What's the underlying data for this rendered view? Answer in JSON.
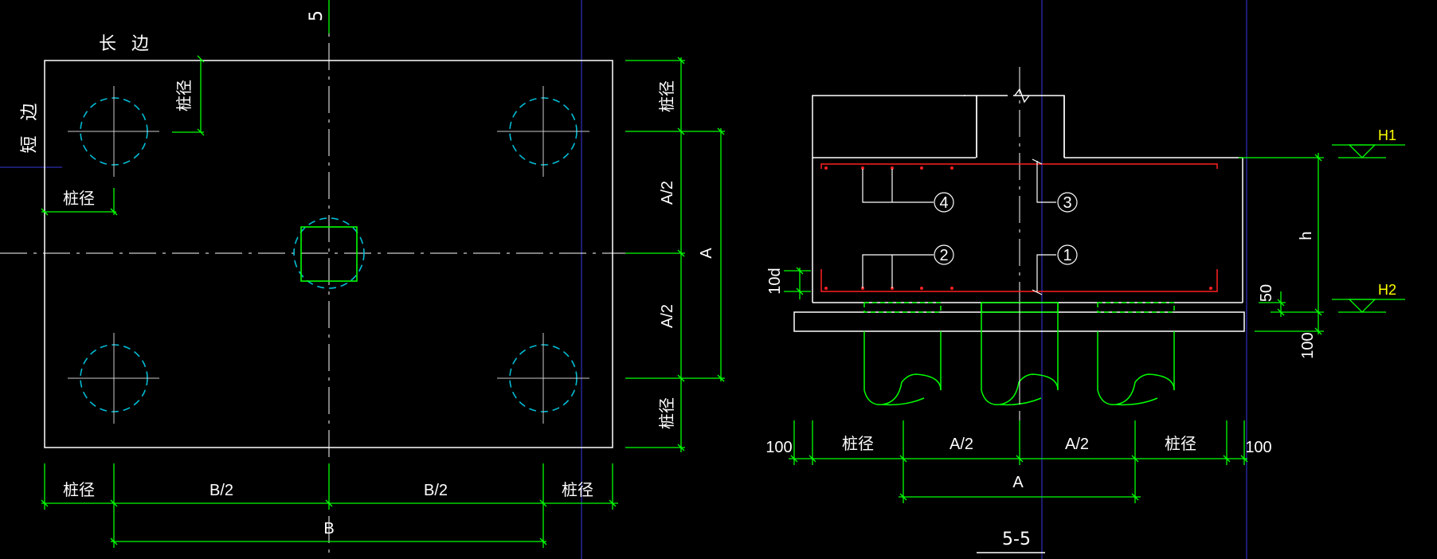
{
  "plan": {
    "long_side": "长 边",
    "short_side": "短 边",
    "section_mark": "5",
    "pile_dia": "桩径",
    "half_b": "B/2",
    "b": "B",
    "half_a": "A/2",
    "a": "A"
  },
  "section": {
    "title": "5-5",
    "h1": "H1",
    "h2": "H2",
    "h": "h",
    "d10": "10d",
    "d50": "50",
    "d100": "100",
    "bar1": "1",
    "bar2": "2",
    "bar3": "3",
    "bar4": "4",
    "pile_dia": "桩径",
    "half_a": "A/2",
    "a": "A"
  },
  "colors": {
    "outline": "#ffffff",
    "dimension": "#00ff00",
    "pile": "#00bcd4",
    "axis": "#2c2cb0",
    "rebar": "#ff2020",
    "elevation_text": "#ffff00"
  }
}
